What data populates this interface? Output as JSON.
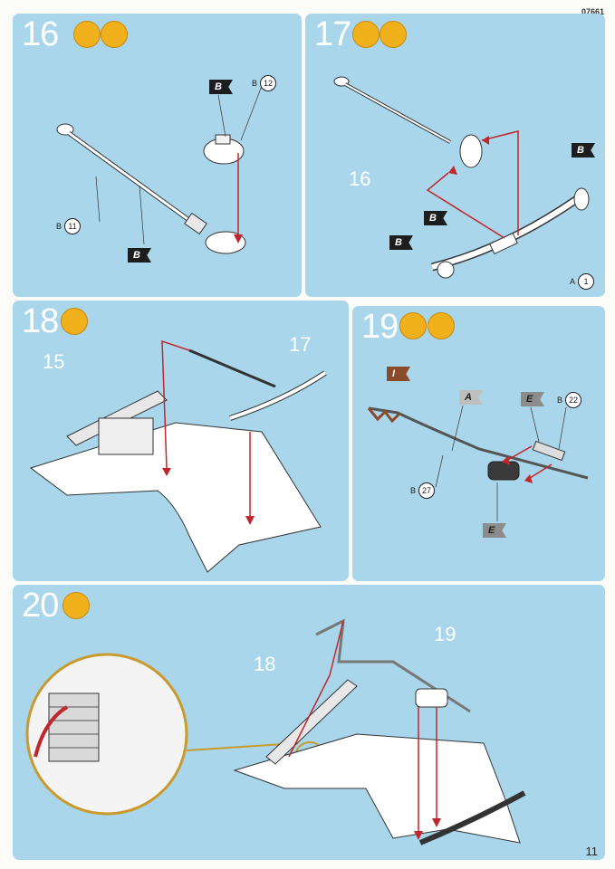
{
  "document": {
    "code": "07661",
    "page_number": "11"
  },
  "steps": {
    "s16": {
      "number": "16",
      "part_b12": "12",
      "part_b11": "11",
      "flag_top": "B",
      "flag_bottom": "B",
      "prefix_a": "B",
      "prefix_b": "B"
    },
    "s17": {
      "number": "17",
      "ref": "16",
      "part_a1": "1",
      "prefix": "A",
      "flag1": "B",
      "flag2": "B",
      "flag3": "B"
    },
    "s18": {
      "number": "18",
      "ref_left": "15",
      "ref_right": "17"
    },
    "s19": {
      "number": "19",
      "flag_i": "I",
      "flag_a": "A",
      "flag_e1": "E",
      "flag_e2": "E",
      "part_b22": "22",
      "part_b27": "27",
      "prefix_a": "B",
      "prefix_b": "B"
    },
    "s20": {
      "number": "20",
      "ref_left": "18",
      "ref_right": "19"
    }
  },
  "colors": {
    "panel": "#a9d6ea",
    "badge": "#f1b11d",
    "arrow": "#c0262b"
  }
}
